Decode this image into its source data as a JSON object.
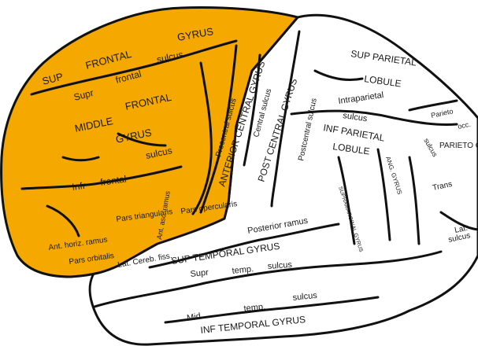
{
  "colors": {
    "frontal_lobe": "#f5a800",
    "cortex": "#ffffff",
    "outline": "#111111"
  },
  "labels": {
    "sup_frontal_gyrus": "GYRUS",
    "sup": "SUP",
    "frontal_1": "FRONTAL",
    "sulcus_1": "sulcus",
    "supr": "Supr",
    "frontal_2": "frontal",
    "middle": "MIDDLE",
    "frontal_3": "FRONTAL",
    "gyrus_2": "GYRUS",
    "infr": "Infr",
    "frontal_4": "frontal",
    "sulcus_2": "sulcus",
    "pars_triangularis": "Pars triangularis",
    "ant_horiz_ramus": "Ant. horiz. ramus",
    "pars_orbitalis": "Pars orbitalis",
    "ant_asc_ramus": "Ant. asc. ramus",
    "pars_opercularis": "Pars opercularis",
    "precentral_sulcus": "Precentral sulcus",
    "anterior_central_gyrus": "ANTERIOR CENTRAL GYRUS",
    "central_sulcus": "Central sulcus",
    "post_central_gyrus": "POST CENTRAL GYRUS",
    "postcentral_sulcus": "Postcentral sulcus",
    "sup_parietal": "SUP PARIETAL",
    "lobule_1": "LOBULE",
    "intraparietal": "Intraparietal",
    "sulcus_3": "sulcus",
    "inf_parietal": "INF PARIETAL",
    "lobule_2": "LOBULE",
    "supramarginal_gyrus": "SUPRAMARGINAL GYRUS",
    "ang_gyrus": "ANG. GYRUS",
    "parieto": "Parieto",
    "occ": "occ.",
    "sulcus_4": "sulcus",
    "parieto_occ": "PARIETO OCC.",
    "trans": "Trans",
    "lat": "Lat.",
    "sulcus_5": "sulcus",
    "posterior_ramus": "Posterior ramus",
    "lat_cereb_fiss": "Lat. Cereb. fiss.",
    "sup_temporal_gyrus": "SUP TEMPORAL GYRUS",
    "supr_2": "Supr",
    "temp": "temp.",
    "sulcus_6": "sulcus",
    "mid": "Mid.",
    "temp_2": "temp.",
    "sulcus_7": "sulcus",
    "inf_temporal_gyrus": "INF TEMPORAL GYRUS"
  }
}
